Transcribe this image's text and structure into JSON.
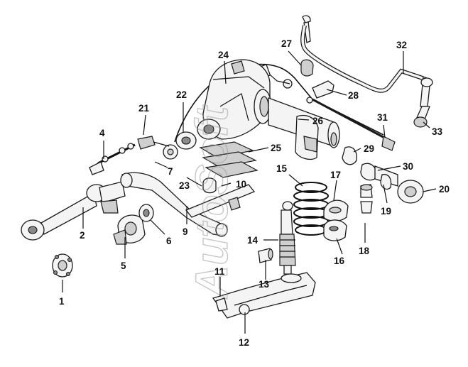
{
  "diagram": {
    "watermark": "AutoSoft",
    "callouts": [
      {
        "id": "1",
        "label": "1"
      },
      {
        "id": "2",
        "label": "2"
      },
      {
        "id": "4",
        "label": "4"
      },
      {
        "id": "5",
        "label": "5"
      },
      {
        "id": "6",
        "label": "6"
      },
      {
        "id": "7",
        "label": "7"
      },
      {
        "id": "9",
        "label": "9"
      },
      {
        "id": "10",
        "label": "10"
      },
      {
        "id": "11",
        "label": "11"
      },
      {
        "id": "12",
        "label": "12"
      },
      {
        "id": "13",
        "label": "13"
      },
      {
        "id": "14",
        "label": "14"
      },
      {
        "id": "15",
        "label": "15"
      },
      {
        "id": "16",
        "label": "16"
      },
      {
        "id": "17",
        "label": "17"
      },
      {
        "id": "18",
        "label": "18"
      },
      {
        "id": "19",
        "label": "19"
      },
      {
        "id": "20",
        "label": "20"
      },
      {
        "id": "21",
        "label": "21"
      },
      {
        "id": "22",
        "label": "22"
      },
      {
        "id": "23",
        "label": "23"
      },
      {
        "id": "24",
        "label": "24"
      },
      {
        "id": "25",
        "label": "25"
      },
      {
        "id": "26",
        "label": "26"
      },
      {
        "id": "27",
        "label": "27"
      },
      {
        "id": "28",
        "label": "28"
      },
      {
        "id": "29",
        "label": "29"
      },
      {
        "id": "30",
        "label": "30"
      },
      {
        "id": "31",
        "label": "31"
      },
      {
        "id": "32",
        "label": "32"
      },
      {
        "id": "33",
        "label": "33"
      }
    ]
  }
}
